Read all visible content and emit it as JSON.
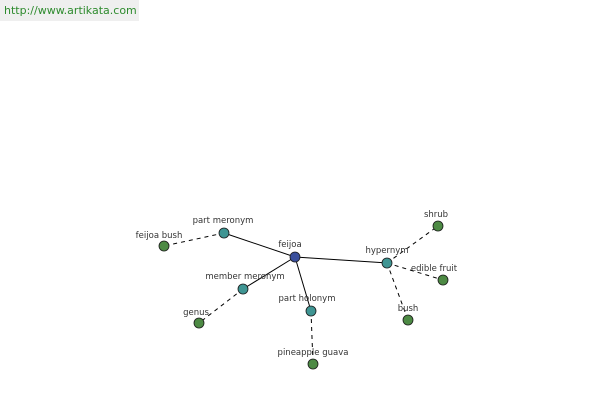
{
  "banner": {
    "url": "http://www.artikata.com"
  },
  "graph": {
    "colors": {
      "center": "#3a4f9c",
      "relation": "#3f9593",
      "leaf": "#4d8a44"
    },
    "nodes": {
      "feijoa": {
        "label": "feijoa",
        "kind": "center"
      },
      "part_meronym": {
        "label": "part meronym",
        "kind": "relation"
      },
      "member_meronym": {
        "label": "member meronym",
        "kind": "relation"
      },
      "part_holonym": {
        "label": "part holonym",
        "kind": "relation"
      },
      "hypernym": {
        "label": "hypernym",
        "kind": "relation"
      },
      "feijoa_bush": {
        "label": "feijoa bush",
        "kind": "leaf"
      },
      "genus": {
        "label": "genus",
        "kind": "leaf"
      },
      "pineapple_guava": {
        "label": "pineapple guava",
        "kind": "leaf"
      },
      "shrub": {
        "label": "shrub",
        "kind": "leaf"
      },
      "edible_fruit": {
        "label": "edible fruit",
        "kind": "leaf"
      },
      "bush": {
        "label": "bush",
        "kind": "leaf"
      }
    },
    "edges": [
      {
        "from": "feijoa",
        "to": "part_meronym",
        "style": "solid"
      },
      {
        "from": "feijoa",
        "to": "member_meronym",
        "style": "solid"
      },
      {
        "from": "feijoa",
        "to": "part_holonym",
        "style": "solid"
      },
      {
        "from": "feijoa",
        "to": "hypernym",
        "style": "solid"
      },
      {
        "from": "part_meronym",
        "to": "feijoa_bush",
        "style": "dashed"
      },
      {
        "from": "member_meronym",
        "to": "genus",
        "style": "dashed"
      },
      {
        "from": "part_holonym",
        "to": "pineapple_guava",
        "style": "dashed"
      },
      {
        "from": "hypernym",
        "to": "shrub",
        "style": "dashed"
      },
      {
        "from": "hypernym",
        "to": "edible_fruit",
        "style": "dashed"
      },
      {
        "from": "hypernym",
        "to": "bush",
        "style": "dashed"
      }
    ]
  }
}
